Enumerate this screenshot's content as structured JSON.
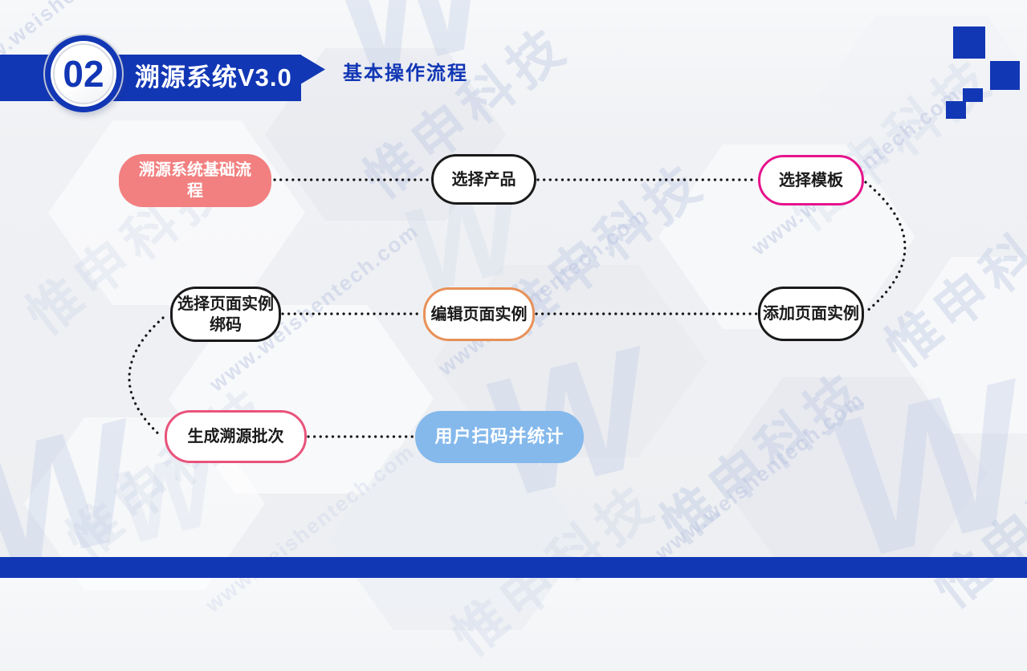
{
  "slide": {
    "section_number": "02",
    "section_title": "溯源系统V3.0",
    "page_title": "基本操作流程"
  },
  "watermark": {
    "brand": "惟申科技",
    "url": "www.weishentech.com",
    "logo_letter": "W"
  },
  "colors": {
    "brand_blue": "#1237b5",
    "node_black": "#1a1a1a",
    "salmon": "#f28080",
    "magenta": "#e6148c",
    "orange": "#e89058",
    "rose": "#e9537b",
    "light_blue": "#85b9ec",
    "connector": "#141414"
  },
  "flowchart": {
    "nodes": [
      {
        "label": "溯源系统基础流程",
        "style": "salmon-filled"
      },
      {
        "label": "选择产品",
        "style": "black-outline"
      },
      {
        "label": "选择模板",
        "style": "magenta-outline"
      },
      {
        "label": "添加页面实例",
        "style": "black-outline"
      },
      {
        "label": "编辑页面实例",
        "style": "orange-outline"
      },
      {
        "label": "选择页面实例绑码",
        "style": "black-outline"
      },
      {
        "label": "生成溯源批次",
        "style": "rose-outline"
      },
      {
        "label": "用户扫码并统计",
        "style": "blue-filled"
      }
    ],
    "edges": [
      "溯源系统基础流程→选择产品",
      "选择产品→选择模板",
      "选择模板→添加页面实例",
      "添加页面实例→编辑页面实例",
      "编辑页面实例→选择页面实例绑码",
      "选择页面实例绑码→生成溯源批次",
      "生成溯源批次→用户扫码并统计"
    ]
  }
}
